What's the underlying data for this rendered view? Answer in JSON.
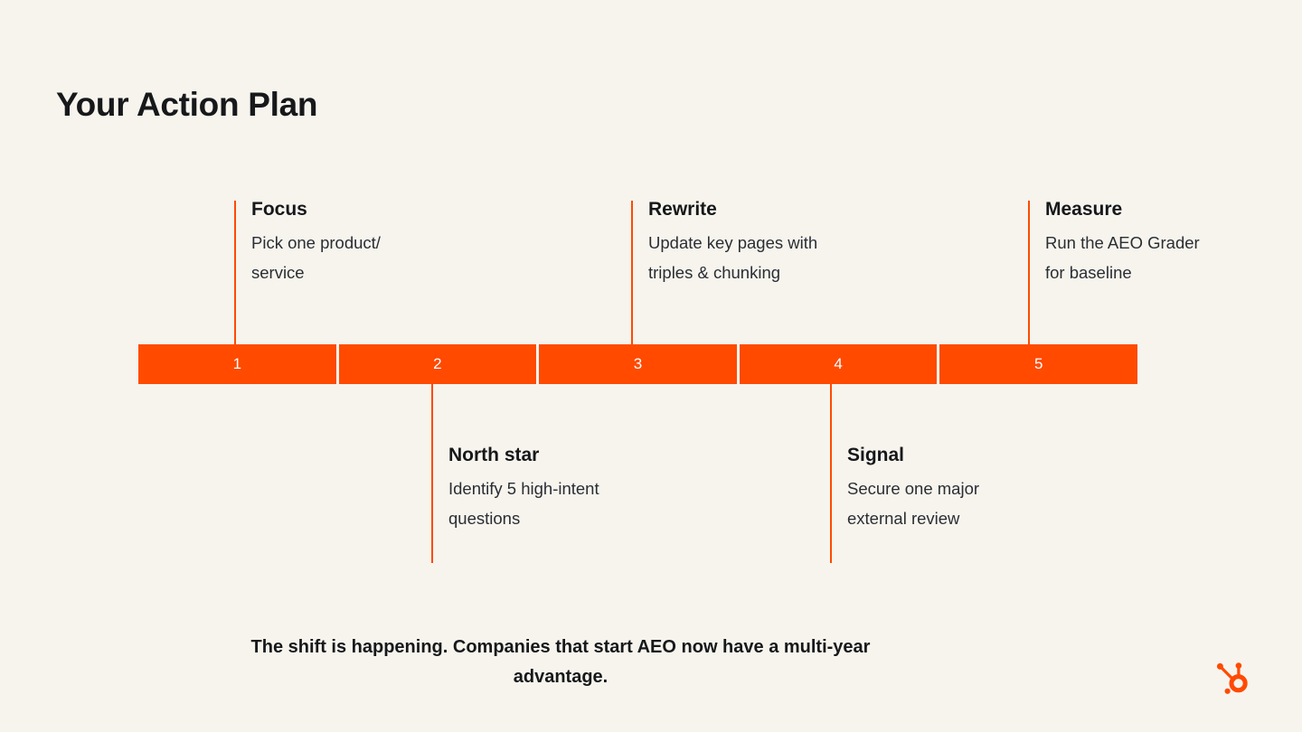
{
  "slide": {
    "title": "Your Action Plan",
    "background_color": "#F7F4EE",
    "accent_color": "#FF4A00",
    "text_color": "#16181A"
  },
  "timeline": {
    "segments": [
      {
        "number": "1"
      },
      {
        "number": "2"
      },
      {
        "number": "3"
      },
      {
        "number": "4"
      },
      {
        "number": "5"
      }
    ]
  },
  "steps": [
    {
      "number": "1",
      "position": "above",
      "title": "Focus",
      "description": "Pick one product/ service"
    },
    {
      "number": "2",
      "position": "below",
      "title": "North star",
      "description": "Identify 5 high-intent questions"
    },
    {
      "number": "3",
      "position": "above",
      "title": "Rewrite",
      "description": "Update key pages with triples & chunking"
    },
    {
      "number": "4",
      "position": "below",
      "title": "Signal",
      "description": "Secure one major external review"
    },
    {
      "number": "5",
      "position": "above",
      "title": "Measure",
      "description": "Run the AEO Grader for baseline"
    }
  ],
  "footer": {
    "text": "The shift is happening. Companies that start AEO now have a multi-year advantage."
  },
  "logo": {
    "name": "hubspot-logo",
    "color": "#FF4A00"
  }
}
